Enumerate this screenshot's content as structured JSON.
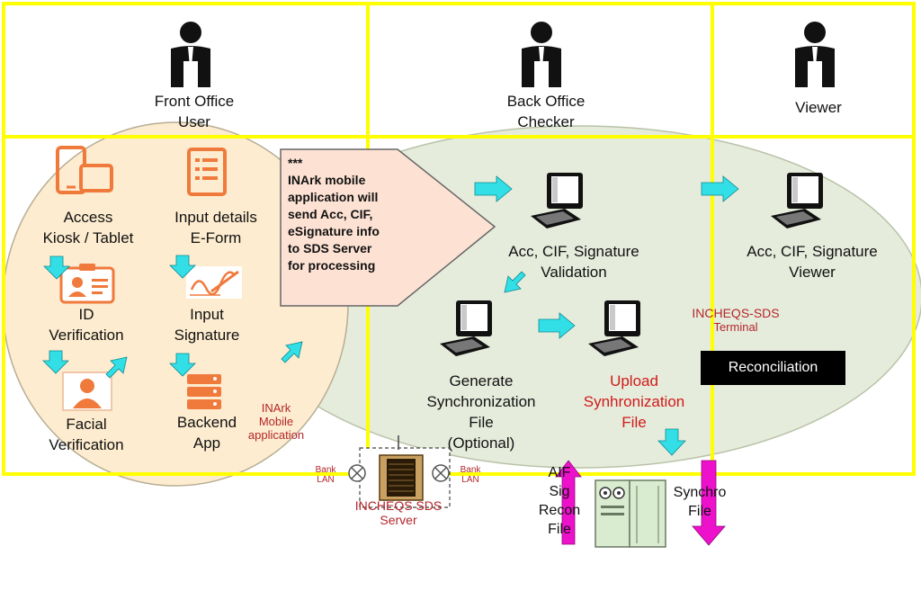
{
  "colors": {
    "frame": "#ffff00",
    "front_ellipse": "#fdeccf",
    "back_ellipse": "#e6ecdc",
    "arrow_cyan": "#33dfe6",
    "arrow_magenta": "#ee11cc",
    "icon_orange": "#f07a3c",
    "callout_fill": "#fde2d4",
    "red_text": "#d11a1a"
  },
  "roles": {
    "front": [
      "Front Office",
      "User"
    ],
    "back": [
      "Back Office",
      "Checker"
    ],
    "viewer": "Viewer"
  },
  "front_steps": {
    "access": [
      "Access",
      "Kiosk / Tablet"
    ],
    "input_details": [
      "Input details",
      "E-Form"
    ],
    "id_verification": [
      "ID",
      "Verification"
    ],
    "input_signature": [
      "Input",
      "Signature"
    ],
    "facial": [
      "Facial",
      "Verification"
    ],
    "backend": [
      "Backend",
      "App"
    ],
    "inark_mobile": [
      "INArk",
      "Mobile",
      "application"
    ]
  },
  "callout": {
    "stars": "***",
    "lines": [
      "INArk mobile",
      "application will",
      "send Acc, CIF,",
      "eSignature info",
      "to SDS Server",
      "for processing"
    ]
  },
  "back_steps": {
    "validation": [
      "Acc, CIF, Signature",
      "Validation"
    ],
    "generate": [
      "Generate",
      "Synchronization",
      "File",
      "(Optional)"
    ],
    "upload": [
      "Upload",
      "Synhronization",
      "File"
    ]
  },
  "viewer_step": [
    "Acc, CIF, Signature",
    "Viewer"
  ],
  "terminal_label": [
    "INCHEQS-SDS",
    "Terminal"
  ],
  "reconciliation": "Reconciliation",
  "server": {
    "bank_lan_left": [
      "Bank",
      "LAN"
    ],
    "bank_lan_right": [
      "Bank",
      "LAN"
    ],
    "name": [
      "INCHEQS SDS",
      "Server"
    ]
  },
  "bottom": {
    "aif": [
      "AIF",
      "Sig",
      "Recon",
      "File"
    ],
    "synchro": [
      "Synchro",
      "File"
    ]
  }
}
